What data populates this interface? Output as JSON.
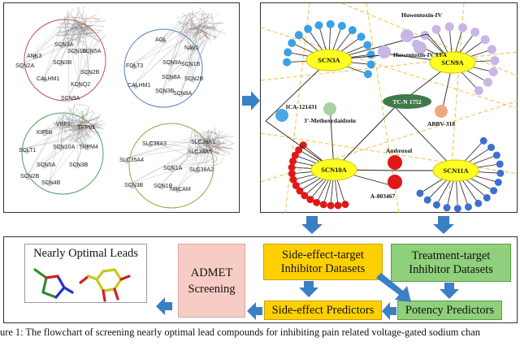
{
  "networks": {
    "net1": [
      "SCN3A",
      "SCN1B",
      "SCN5A",
      "ANK3",
      "SCN2A",
      "SCN3B",
      "SCN2B",
      "CALHM1",
      "KCNQ2",
      "SCN9A"
    ],
    "net2": [
      "AGL",
      "NAV1",
      "SCN9A",
      "FOLT3",
      "SCN1B",
      "SCN8A",
      "SCN2B",
      "CALHM1",
      "SCN3B",
      "SCN8A"
    ],
    "net3": [
      "VRF1",
      "TRPV1",
      "KIF5B",
      "SCN10A",
      "TRPM4",
      "SCLT1",
      "SCN5A",
      "SCN3B",
      "SCN2B",
      "SCN4B"
    ],
    "net4": [
      "SLC38A3",
      "SLC38A1",
      "SLC35A4",
      "SLC38A5",
      "SCN1A",
      "SLC38A2",
      "SCN3B",
      "SCN1B",
      "NRCAM"
    ]
  },
  "graph": {
    "hubs": [
      "SCN3A",
      "SCN9A",
      "SCN10A",
      "SCN11A"
    ],
    "compounds": [
      "Huwentoxin-IV",
      "Huwentoxin-IV TFA",
      "ICA-121431",
      "TC-N 1752",
      "3'-Methoxydaidzein",
      "ABBV-318",
      "Ambroxol",
      "A-803467"
    ]
  },
  "flow": {
    "side_effect_datasets": [
      "Side-effect-target",
      "Inhibitor Datasets"
    ],
    "treatment_datasets": [
      "Treatment-target",
      "Inhibitor Datasets"
    ],
    "admet": [
      "ADMET",
      "Screening"
    ],
    "side_effect_predictors": "Side-effect Predictors",
    "potency_predictors": "Potency Predictors",
    "leads_title": "Nearly Optimal Leads"
  },
  "caption": "ure 1: The flowchart of screening nearly optimal lead compounds for inhibiting pain related voltage-gated sodium chan",
  "colors": {
    "hub": "#ffff22",
    "blue_node": "#3aa0e8",
    "red_node": "#e01818",
    "purple_node": "#c9b6e6",
    "arrow": "#3b7fc4",
    "yellow_box": "#ffd000",
    "green_box": "#8fd07a",
    "pink_box": "#f7ccc4"
  }
}
